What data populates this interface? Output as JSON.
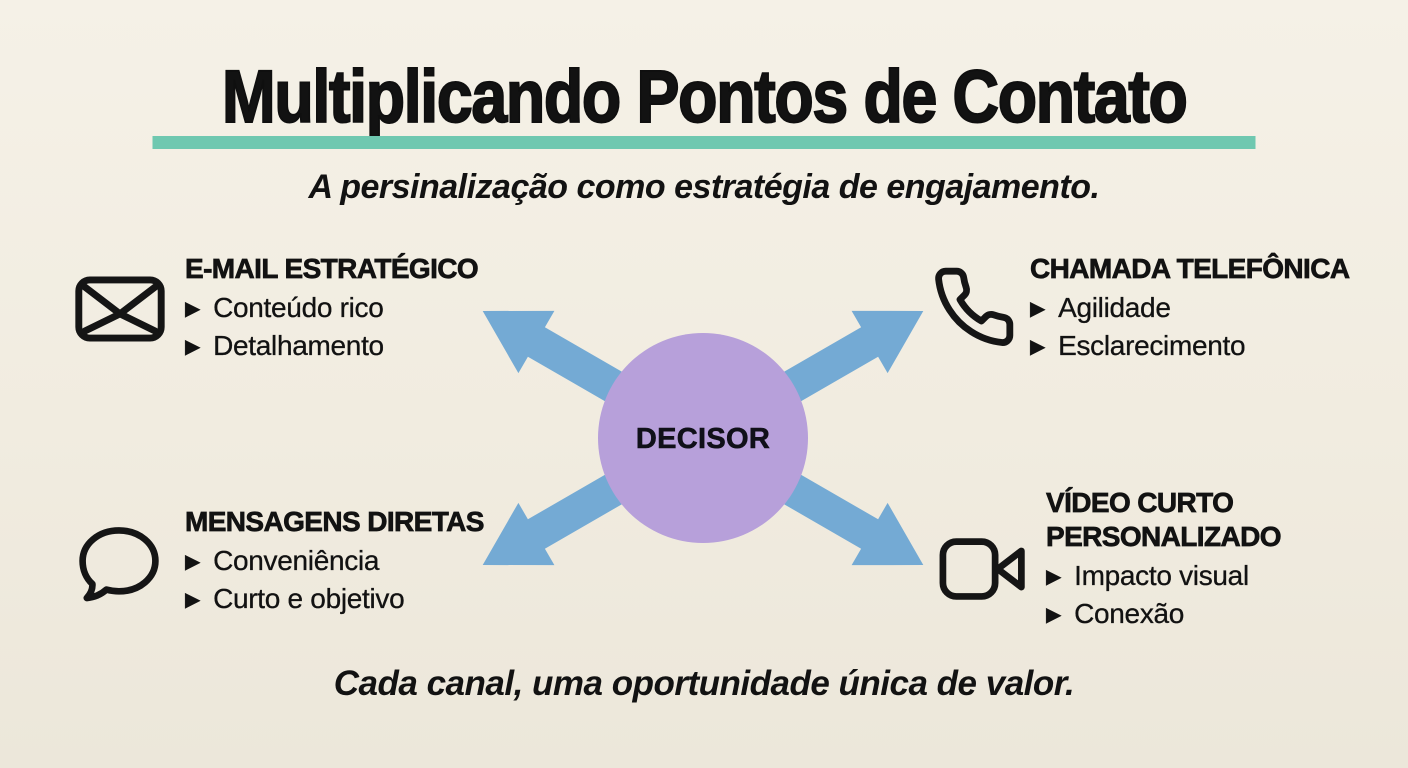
{
  "header": {
    "title": "Multiplicando Pontos de Contato",
    "subtitle": "A persinalização como estratégia de engajamento."
  },
  "center": {
    "label": "DECISOR"
  },
  "channels": [
    {
      "icon": "envelope-icon",
      "title": "E-MAIL ESTRATÉGICO",
      "bullets": [
        "Conteúdo rico",
        "Detalhamento"
      ]
    },
    {
      "icon": "phone-icon",
      "title": "CHAMADA TELEFÔNICA",
      "bullets": [
        "Agilidade",
        "Esclarecimento"
      ]
    },
    {
      "icon": "speech-bubble-icon",
      "title": "MENSAGENS DIRETAS",
      "bullets": [
        "Conveniência",
        "Curto e objetivo"
      ]
    },
    {
      "icon": "video-camera-icon",
      "title": "VÍDEO CURTO PERSONALIZADO",
      "bullets": [
        "Impacto visual",
        "Conexão"
      ]
    }
  ],
  "footer": {
    "tagline": "Cada canal, uma oportunidade única de valor."
  },
  "ui": {
    "bullet_marker": "▶"
  },
  "colors": {
    "background": "#f1ece0",
    "title_underline": "#6fc8b0",
    "circle": "#b7a0da",
    "arrows": "#74aad4",
    "text": "#121212"
  }
}
